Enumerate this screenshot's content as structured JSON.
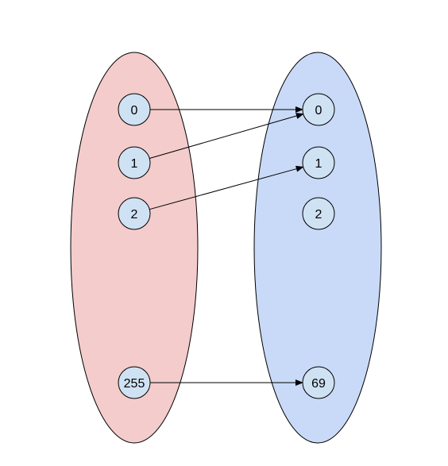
{
  "diagram": {
    "domain_set": {
      "fill": "#f4cccc",
      "stroke": "#000000",
      "nodes": [
        {
          "id": "d0",
          "label": "0"
        },
        {
          "id": "d1",
          "label": "1"
        },
        {
          "id": "d2",
          "label": "2"
        },
        {
          "id": "d255",
          "label": "255"
        }
      ]
    },
    "codomain_set": {
      "fill": "#c9daf8",
      "stroke": "#000000",
      "nodes": [
        {
          "id": "c0",
          "label": "0"
        },
        {
          "id": "c1",
          "label": "1"
        },
        {
          "id": "c2",
          "label": "2"
        },
        {
          "id": "c69",
          "label": "69"
        }
      ]
    },
    "node_fill": "#cfe2f3",
    "edges": [
      {
        "from": "d0",
        "to": "c0"
      },
      {
        "from": "d1",
        "to": "c0"
      },
      {
        "from": "d2",
        "to": "c1"
      },
      {
        "from": "d255",
        "to": "c69"
      }
    ]
  }
}
